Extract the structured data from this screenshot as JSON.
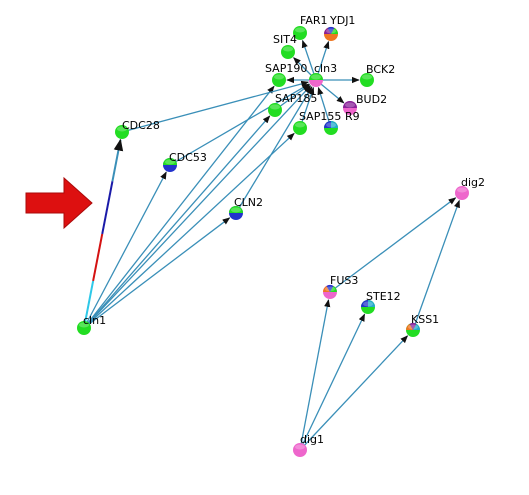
{
  "colors": {
    "edge": "#3a8fb8",
    "arrow": "#111111",
    "highlight_cyan": "#2ec8e8",
    "highlight_red": "#d41212",
    "highlight_blue": "#1a1aa8",
    "pointer_arrow": "#dd1010",
    "node_green": "#22dd22",
    "node_pink": "#ee66cc",
    "node_blue": "#2233cc",
    "node_purple": "#882299",
    "node_orange": "#ee7722",
    "node_teal": "#22aacc"
  },
  "pointer": {
    "icon": "red-arrow-icon"
  },
  "nodes": [
    {
      "id": "FAR1",
      "label": "FAR1"
    },
    {
      "id": "YDJ1",
      "label": "YDJ1"
    },
    {
      "id": "SIT4",
      "label": "SIT4"
    },
    {
      "id": "SAP190",
      "label": "SAP190"
    },
    {
      "id": "cln3",
      "label": "cln3"
    },
    {
      "id": "BCK2",
      "label": "BCK2"
    },
    {
      "id": "SAP185",
      "label": "SAP185"
    },
    {
      "id": "BUD2",
      "label": "BUD2"
    },
    {
      "id": "SAP155",
      "label": "SAP155"
    },
    {
      "id": "R9",
      "label": "R9"
    },
    {
      "id": "CDC28",
      "label": "CDC28"
    },
    {
      "id": "CDC53",
      "label": "CDC53"
    },
    {
      "id": "CLN2",
      "label": "CLN2"
    },
    {
      "id": "cln1",
      "label": "cln1"
    },
    {
      "id": "dig2",
      "label": "dig2"
    },
    {
      "id": "FUS3",
      "label": "FUS3"
    },
    {
      "id": "STE12",
      "label": "STE12"
    },
    {
      "id": "KSS1",
      "label": "KSS1"
    },
    {
      "id": "dig1",
      "label": "dig1"
    }
  ],
  "edges": [
    {
      "from": "cln1",
      "to": "CDC28",
      "highlighted": true
    },
    {
      "from": "cln1",
      "to": "CDC53"
    },
    {
      "from": "cln1",
      "to": "CLN2"
    },
    {
      "from": "cln1",
      "to": "SAP190"
    },
    {
      "from": "cln1",
      "to": "SAP185"
    },
    {
      "from": "cln1",
      "to": "cln3"
    },
    {
      "from": "cln1",
      "to": "SAP155"
    },
    {
      "from": "CDC28",
      "to": "cln3"
    },
    {
      "from": "CDC53",
      "to": "cln3"
    },
    {
      "from": "CLN2",
      "to": "cln3"
    },
    {
      "from": "SAP185",
      "to": "cln3"
    },
    {
      "from": "SAP155",
      "to": "cln3"
    },
    {
      "from": "R9",
      "to": "cln3"
    },
    {
      "from": "cln3",
      "to": "SAP190"
    },
    {
      "from": "cln3",
      "to": "FAR1"
    },
    {
      "from": "cln3",
      "to": "YDJ1"
    },
    {
      "from": "cln3",
      "to": "SIT4"
    },
    {
      "from": "cln3",
      "to": "BCK2"
    },
    {
      "from": "cln3",
      "to": "BUD2"
    },
    {
      "from": "dig1",
      "to": "FUS3"
    },
    {
      "from": "dig1",
      "to": "STE12"
    },
    {
      "from": "dig1",
      "to": "KSS1"
    },
    {
      "from": "FUS3",
      "to": "dig2"
    },
    {
      "from": "KSS1",
      "to": "dig2"
    }
  ]
}
